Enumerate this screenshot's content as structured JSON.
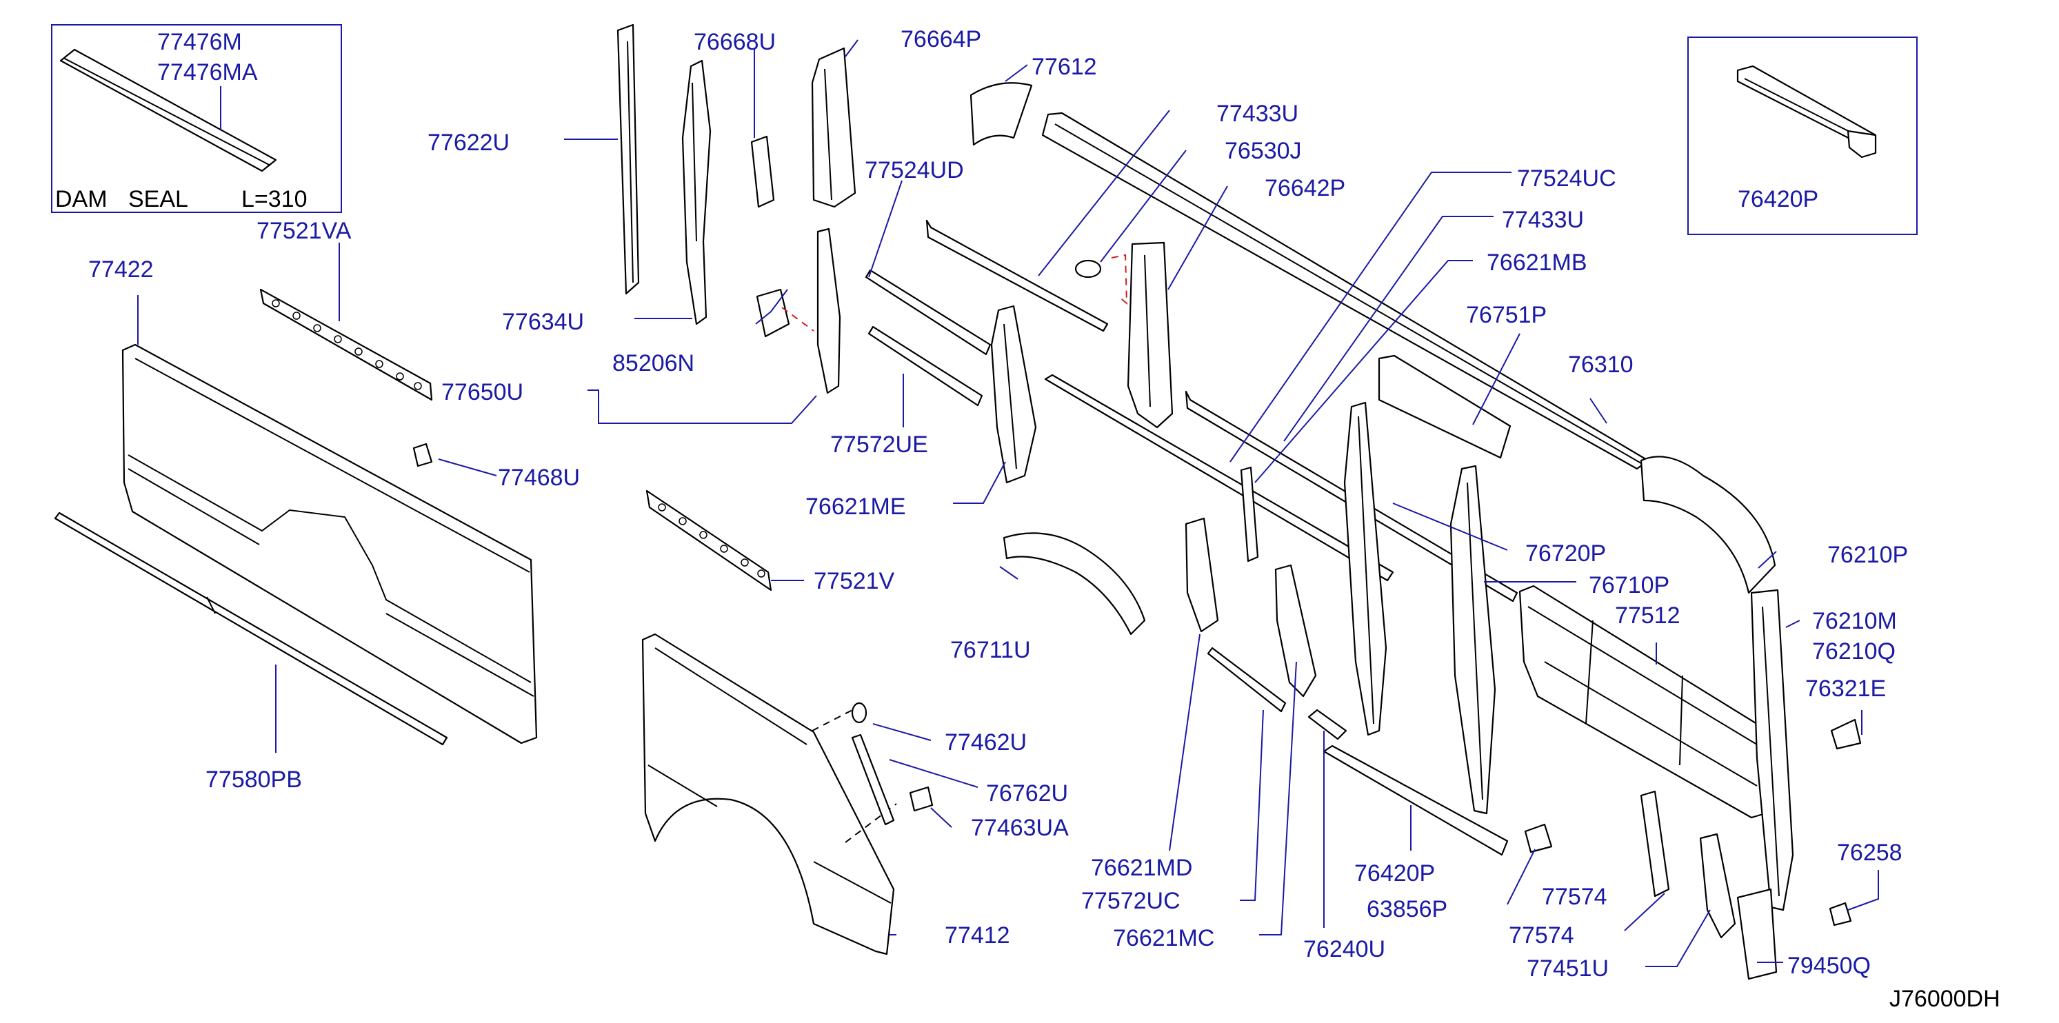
{
  "diagram_code": "J76000DH",
  "inset_left": {
    "labels": [
      "77476M",
      "77476MA"
    ],
    "note_dam": "DAM",
    "note_seal": "SEAL",
    "note_length": "L=310"
  },
  "inset_right": {
    "label": "76420P"
  },
  "part_labels": {
    "p77622U": "77622U",
    "p76668U": "76668U",
    "p76664P": "76664P",
    "p77612": "77612",
    "p77433U_a": "77433U",
    "p76530J": "76530J",
    "p76642P": "76642P",
    "p77524UC": "77524UC",
    "p77433U_b": "77433U",
    "p76621MB": "76621MB",
    "p76751P": "76751P",
    "p76310": "76310",
    "p77524UD": "77524UD",
    "p77521VA": "77521VA",
    "p77422": "77422",
    "p77634U": "77634U",
    "p85206N": "85206N",
    "p77650U": "77650U",
    "p77572UE": "77572UE",
    "p77468U": "77468U",
    "p76621ME": "76621ME",
    "p76720P": "76720P",
    "p76210P": "76210P",
    "p76710P": "76710P",
    "p77512": "77512",
    "p76210M": "76210M",
    "p76210Q": "76210Q",
    "p77521V": "77521V",
    "p76711U": "76711U",
    "p76321E": "76321E",
    "p77462U": "77462U",
    "p77580PB": "77580PB",
    "p76762U": "76762U",
    "p77463UA": "77463UA",
    "p76258": "76258",
    "p76621MD": "76621MD",
    "p76420P_main": "76420P",
    "p77574_a": "77574",
    "p77572UC": "77572UC",
    "p63856P": "63856P",
    "p77412": "77412",
    "p76621MC": "76621MC",
    "p76240U": "76240U",
    "p77574_b": "77574",
    "p77451U": "77451U",
    "p79450Q": "79450Q"
  }
}
